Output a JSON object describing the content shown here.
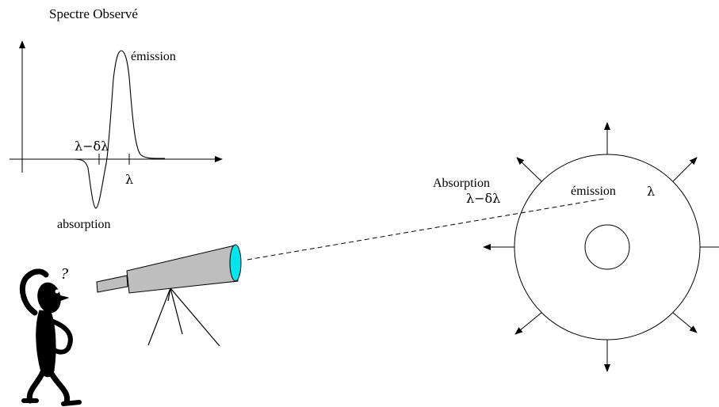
{
  "figure": {
    "title": "Spectre Observé",
    "spectrum": {
      "peak_label": "émission",
      "trough_label": "absorption",
      "tick_left_label": "λ−δλ",
      "tick_right_label": "λ"
    },
    "star": {
      "absorption_label": "Absorption",
      "absorption_wavelength": "λ−δλ",
      "emission_label": "émission",
      "emission_wavelength": "λ"
    },
    "observer": {
      "thought_mark": "?"
    }
  },
  "colors": {
    "lens": "#00e5ee",
    "telescope_body": "#bebebe",
    "ink": "#000000"
  },
  "icons": [
    "person-icon",
    "telescope-icon",
    "tripod-icon"
  ]
}
